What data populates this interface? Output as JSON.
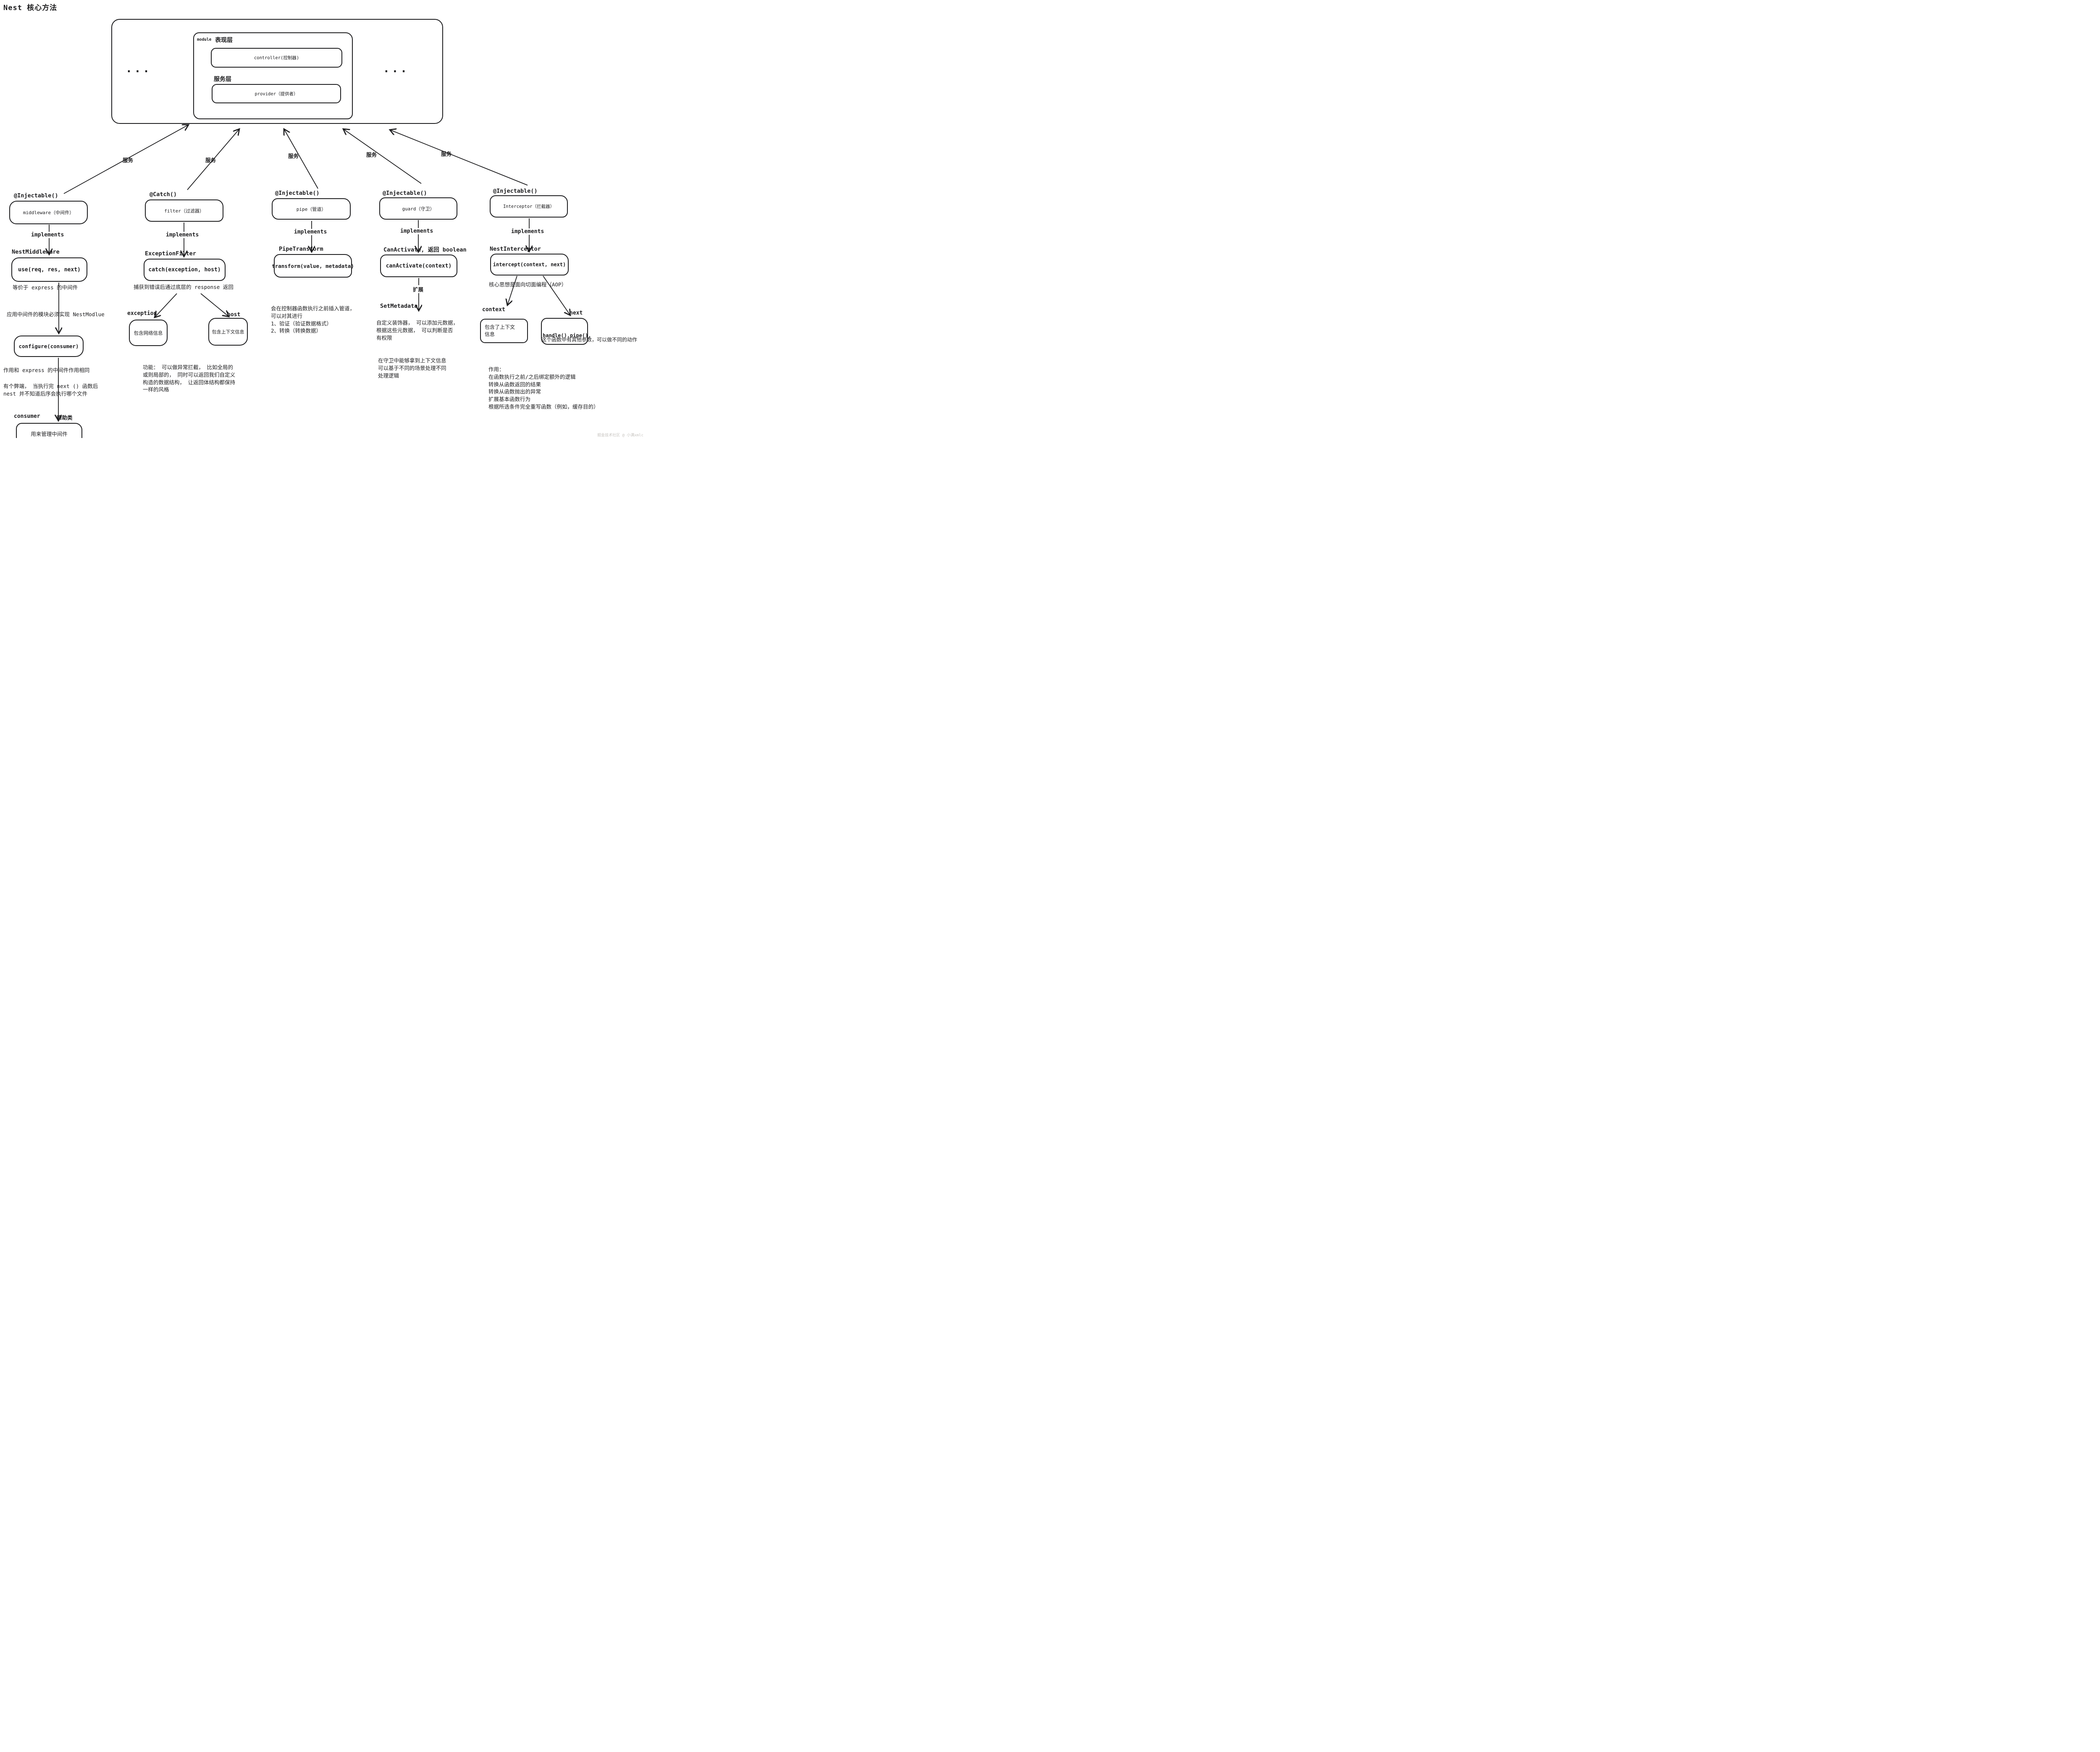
{
  "title": "Nest 核心方法",
  "watermark": "掘金技术社区 @ 小满xmlc",
  "module": {
    "label": "module",
    "presentation_layer": "表现层",
    "controller": "controller(控制器)",
    "service_layer": "服务层",
    "provider": "provider（提供者）",
    "ellipsis": "..."
  },
  "edges": {
    "service_labels": [
      "服务",
      "服务",
      "服务",
      "服务",
      "服务"
    ],
    "implements": "implements",
    "extend": "扩展"
  },
  "middleware": {
    "decorator": "@Injectable()",
    "name": "middleware（中间件）",
    "interface": "NestMiddleware",
    "method": "use(req, res, next)",
    "note_equivalent": "等价于 express 的中间件",
    "note_module": "应用中间件的模块必须实现 NestModlue",
    "configure": "configure(consumer)",
    "note_same_role": "作用和 express 的中间件作用相同",
    "note_drawback": "有个弊端， 当执行完 next () 函数后\nnest 并不知道后序会执行哪个文件",
    "consumer": "consumer",
    "helper": "帮助类",
    "manage": "用来管理中间件"
  },
  "filter": {
    "decorator": "@Catch()",
    "name": "filter（过滤器）",
    "interface": "ExceptionFilter",
    "method": "catch(exception, host)",
    "note_catch": "捕获到错误后通过底层的 response 返回",
    "exception_label": "exception",
    "exception_desc": "包含网络信息",
    "host_label": "host",
    "host_desc": "包含上下文信息",
    "note_function": "功能： 可以做异常拦截， 比如全局的\n或则局部的， 同时可以返回我们自定义\n构造的数据结构， 让返回体结构都保持\n一样的风格"
  },
  "pipe": {
    "decorator": "@Injectable()",
    "name": "pipe（管道）",
    "interface": "PipeTransform",
    "method": "transform(value, metadata)",
    "note": "会在控制器函数执行之前插入管道，\n可以对其进行\n1、验证（验证数据格式）\n2、转换（转换数据）"
  },
  "guard": {
    "decorator": "@Injectable()",
    "name": "guard（守卫）",
    "interface": "CanActivate,  返回 boolean",
    "method": "canActivate(context)",
    "setmetadata": "SetMetadata",
    "note_decorator": "自定义装饰器， 可以添加元数据，\n根据这些元数据， 可以判断是否\n有权限",
    "note_context": "在守卫中能够拿到上下文信息\n可以基于不同的场景处理不同\n处理逻辑"
  },
  "interceptor": {
    "decorator": "@Injectable()",
    "name": "Interceptor（拦截器）",
    "interface": "NestInterceptor",
    "method": "intercept(context, next)",
    "note_aop": "核心思想是面向切面编程（AOP）",
    "context_label": "context",
    "context_desc": "包含了上下文\n信息",
    "next_label": "next",
    "next_box": "handle().pipe(),",
    "next_note": "这个函数中有其他参数，可以做不同的动作",
    "note_role": "作用：\n在函数执行之前/之后绑定额外的逻辑\n转换从函数返回的结果\n转换从函数抛出的异常\n扩展基本函数行为\n根据所选条件完全重写函数（例如，缓存目的）"
  }
}
